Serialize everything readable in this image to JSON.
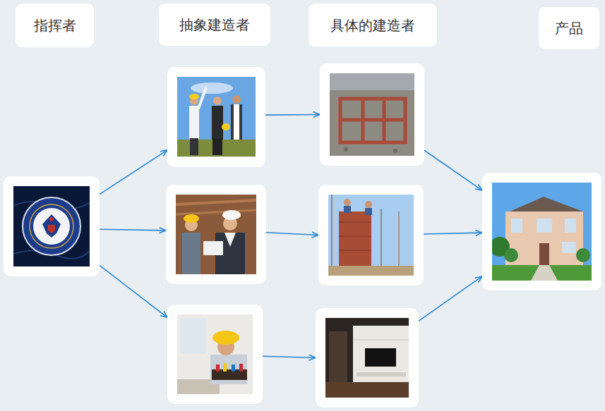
{
  "diagram": {
    "nodes": [
      {
        "text": [
          "指挥者"
        ]
      },
      {
        "text": [
          "抽象建造者"
        ]
      },
      {
        "text": [
          "具体的建造者"
        ]
      },
      {
        "text": [
          "产品"
        ]
      },
      {
        "text": []
      },
      {
        "text": []
      },
      {
        "text": []
      },
      {
        "text": []
      },
      {
        "text": []
      },
      {
        "text": []
      },
      {
        "text": []
      },
      {
        "text": []
      }
    ],
    "edges": [
      {
        "from": 4,
        "to": 5,
        "arrow": "to"
      },
      {
        "from": 4,
        "to": 6,
        "arrow": "to"
      },
      {
        "from": 4,
        "to": 7,
        "arrow": "to"
      },
      {
        "from": 5,
        "to": 8,
        "arrow": "to"
      },
      {
        "from": 6,
        "to": 9,
        "arrow": "to"
      },
      {
        "from": 7,
        "to": 10,
        "arrow": "to"
      },
      {
        "from": 8,
        "to": 11,
        "arrow": "to"
      },
      {
        "from": 9,
        "to": 11,
        "arrow": "to"
      },
      {
        "from": 10,
        "to": 11,
        "arrow": "to"
      }
    ]
  }
}
